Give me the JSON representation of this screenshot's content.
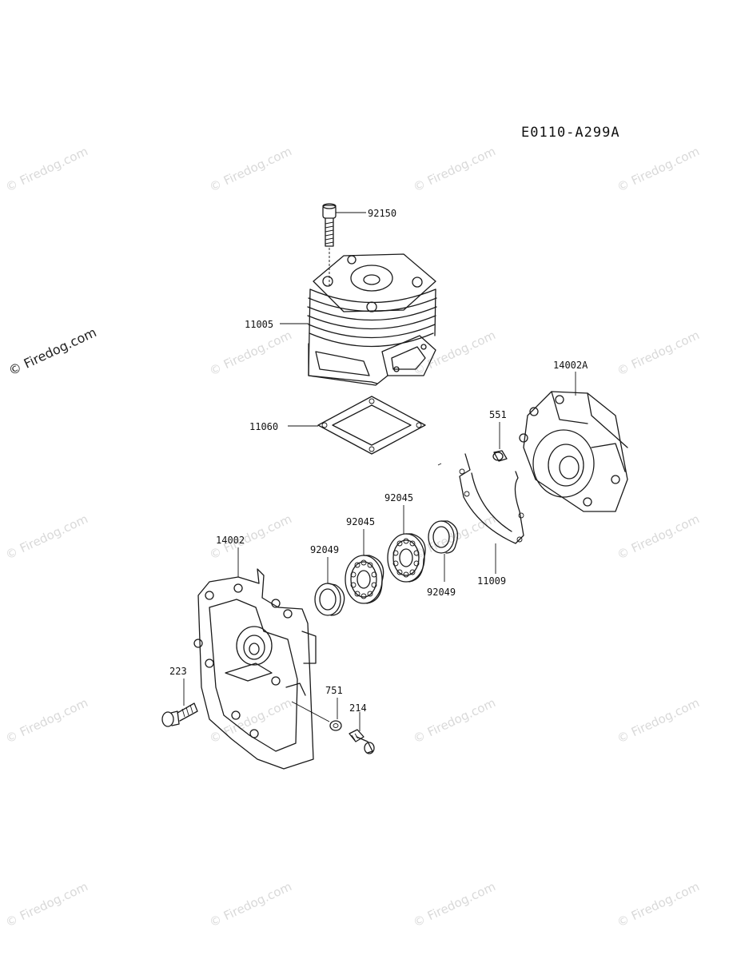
{
  "diagram": {
    "code": "E0110-A299A",
    "watermark": "© Firedog.com",
    "parts": {
      "bolt_top": "92150",
      "cylinder": "11005",
      "gasket": "11060",
      "crankcase_right": "14002A",
      "pin": "551",
      "gasket_case": "11009",
      "bearing_a": "92045",
      "bearing_b": "92045",
      "seal_a": "92049",
      "seal_b": "92049",
      "crankcase_left": "14002",
      "bolt_left": "223",
      "washer": "751",
      "bolt_bottom": "214"
    }
  }
}
